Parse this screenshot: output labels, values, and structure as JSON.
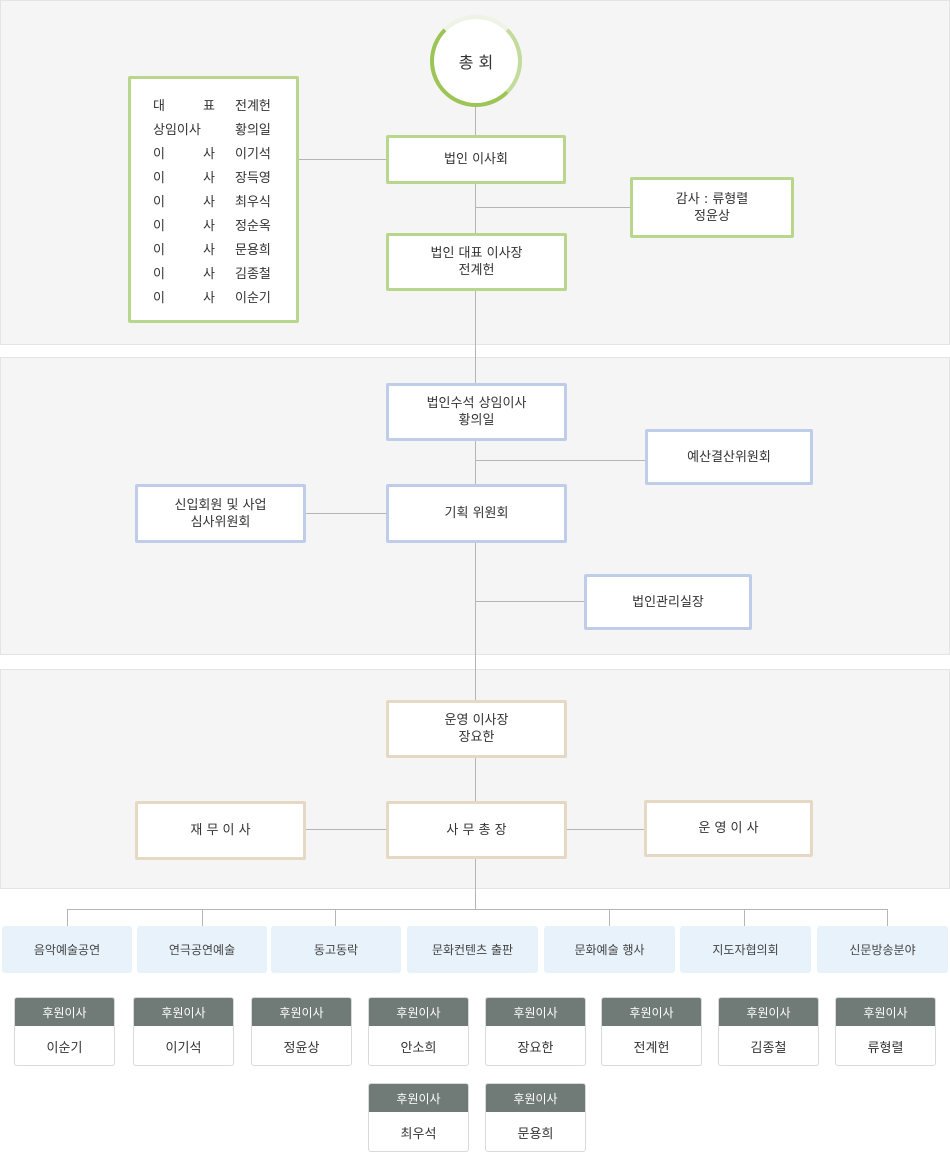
{
  "root": "총 회",
  "board": {
    "members": [
      {
        "role": "대  표",
        "name": "전계헌"
      },
      {
        "role": "상임이사",
        "name": "황의일"
      },
      {
        "role": "이  사",
        "name": "이기석"
      },
      {
        "role": "이  사",
        "name": "장득영"
      },
      {
        "role": "이  사",
        "name": "최우식"
      },
      {
        "role": "이  사",
        "name": "정순옥"
      },
      {
        "role": "이  사",
        "name": "문용희"
      },
      {
        "role": "이  사",
        "name": "김종철"
      },
      {
        "role": "이  사",
        "name": "이순기"
      }
    ]
  },
  "section1": {
    "board_of_directors": "법인 이사회",
    "auditor": "감사 : 류형렬\n정윤상",
    "chairman": "법인 대표 이사장\n전계헌"
  },
  "section2": {
    "senior_director": "법인수석 상임이사\n황의일",
    "budget_committee": "예산결산위원회",
    "review_committee": "신입회원 및 사업\n심사위원회",
    "planning_committee": "기획 위원회",
    "management_office": "법인관리실장"
  },
  "section3": {
    "operating_chairman": "운영 이사장\n장요한",
    "finance_director": "재 무 이 사",
    "secretary_general": "사 무 총 장",
    "operating_director": "운 영 이 사"
  },
  "departments": [
    "음악예술공연",
    "연극공연예술",
    "동고동락",
    "문화컨텐츠 출판",
    "문화예술 행사",
    "지도자협의회",
    "신문방송분야"
  ],
  "sponsors": {
    "label": "후원이사",
    "names": [
      "이순기",
      "이기석",
      "정윤상",
      "안소희",
      "장요한",
      "전계헌",
      "김종철",
      "류형렬",
      "최우석",
      "문용희"
    ]
  },
  "colors": {
    "green": "#b8d68c",
    "blue": "#bfcde9",
    "tan": "#e5d9c4",
    "dept_bg": "#e8f2fa",
    "card_header": "#707a76"
  }
}
